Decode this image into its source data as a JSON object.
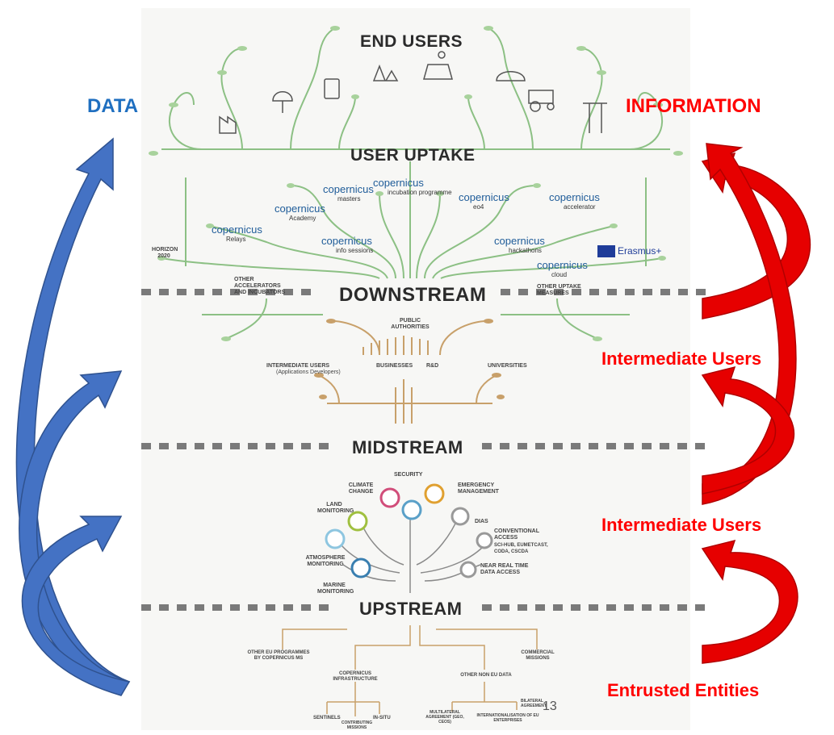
{
  "side_labels": {
    "data": "DATA",
    "information": "INFORMATION",
    "intermediate_users_1": "Intermediate Users",
    "intermediate_users_2": "Intermediate Users",
    "entrusted_entities": "Entrusted Entities"
  },
  "stages": {
    "end_users": "END USERS",
    "user_uptake": "USER UPTAKE",
    "downstream": "DOWNSTREAM",
    "midstream": "MIDSTREAM",
    "upstream": "UPSTREAM"
  },
  "uptake_logos": [
    {
      "brand": "copernicus",
      "sub": "masters"
    },
    {
      "brand": "copernicus",
      "sub": "incubation programme"
    },
    {
      "brand": "copernicus",
      "sub": "eo4"
    },
    {
      "brand": "copernicus",
      "sub": "accelerator"
    },
    {
      "brand": "copernicus",
      "sub": "Academy"
    },
    {
      "brand": "copernicus",
      "sub": "Relays"
    },
    {
      "brand": "copernicus",
      "sub": "info sessions"
    },
    {
      "brand": "copernicus",
      "sub": "hackathons"
    },
    {
      "brand": "copernicus",
      "sub": "cloud"
    }
  ],
  "uptake_extra": {
    "horizon": "HORIZON 2020",
    "erasmus": "Erasmus+",
    "other_accelerators": "OTHER ACCELERATORS AND INCUBATORS",
    "other_measures": "OTHER UPTAKE MEASURES"
  },
  "downstream": {
    "public_authorities": "PUBLIC AUTHORITIES",
    "intermediate_users": "INTERMEDIATE USERS",
    "intermediate_users_sub": "(Applications Developers)",
    "businesses": "BUSINESSES",
    "rnd": "R&D",
    "universities": "UNIVERSITIES"
  },
  "midstream": {
    "security": "SECURITY",
    "climate_change": "CLIMATE CHANGE",
    "emergency_management": "EMERGENCY MANAGEMENT",
    "land_monitoring": "LAND MONITORING",
    "dias": "DIAS",
    "conventional_access": "CONVENTIONAL ACCESS",
    "conventional_access_sub": "SCI-HUB, EUMETCAST, CODA, CSCDA",
    "atmosphere_monitoring": "ATMOSPHERE MONITORING",
    "near_real_time": "NEAR REAL TIME DATA ACCESS",
    "marine_monitoring": "MARINE MONITORING"
  },
  "upstream": {
    "other_eu_programmes": "OTHER EU PROGRAMMES BY COPERNICUS MS",
    "commercial_missions": "COMMERCIAL MISSIONS",
    "copernicus_infrastructure": "COPERNICUS INFRASTRUCTURE",
    "other_non_eu_data": "OTHER NON EU DATA",
    "sentinels": "SENTINELS",
    "in_situ": "IN-SITU",
    "contributing_missions": "CONTRIBUTING MISSIONS",
    "multilateral": "MULTILATERAL AGREEMENT (GEO, CEOS)",
    "bilateral": "BILATERAL AGREEMENT",
    "internationalisation": "INTERNATIONALISATION OF EU ENTERPRISES"
  },
  "page_number": "13",
  "colors": {
    "data_blue": "#1f6fc0",
    "info_red": "#ff0000",
    "arrow_blue": "#4472c4",
    "arrow_red": "#e60000",
    "tree_green": "#8cc084",
    "tree_brown": "#c8a06a"
  }
}
